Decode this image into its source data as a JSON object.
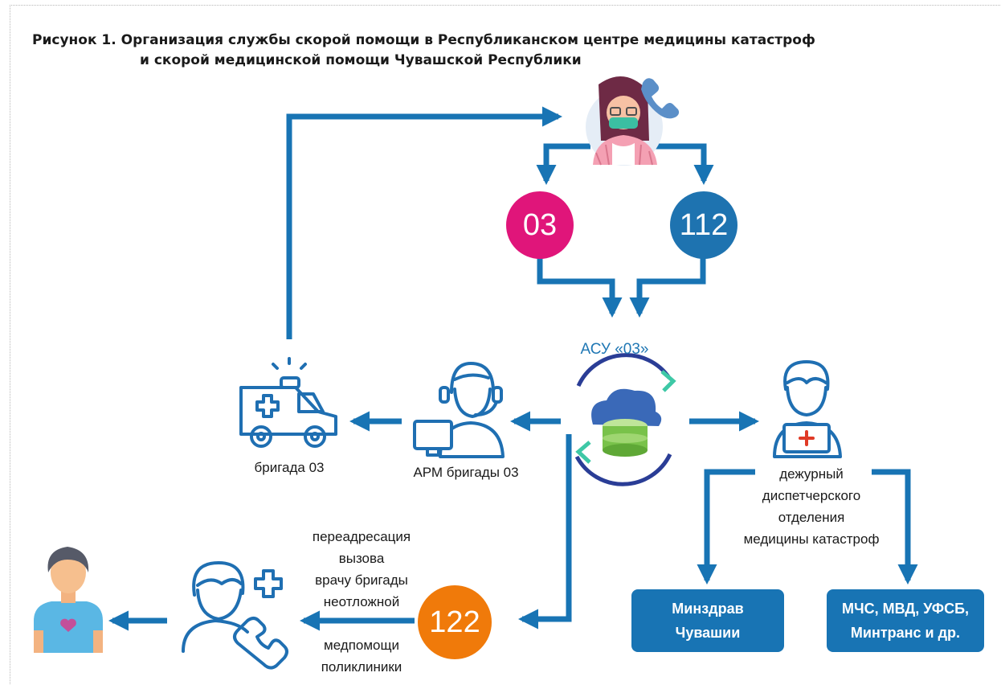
{
  "figure": {
    "title_line1": "Рисунок 1. Организация службы скорой помощи в Республиканском центре медицины катастроф",
    "title_line2": "и скорой медицинской помощи Чувашской Республики"
  },
  "nodes": {
    "num_03": "03",
    "num_112": "112",
    "num_122": "122",
    "asu": "АСУ «03»",
    "brigade": "бригада 03",
    "arm": "АРМ бригады 03",
    "duty_officer": [
      "дежурный",
      "диспетчерского",
      "отделения",
      "медицины катастроф"
    ],
    "redirect_top": [
      "переадресация",
      "вызова",
      "врачу бригады",
      "неотложной"
    ],
    "redirect_bottom": [
      "медпомощи",
      "поликлиники"
    ],
    "minzdrav": [
      "Минздрав",
      "Чувашии"
    ],
    "agencies": [
      "МЧС, МВД, УФСБ,",
      "Минтранс и др."
    ]
  },
  "colors": {
    "arrow_blue": "#1874b4",
    "magenta": "#e0157a",
    "blue_circle": "#1e73b0",
    "orange": "#f07a0a",
    "icon_stroke": "#1f6fb2",
    "asu_text": "#1f77b4"
  },
  "icons": [
    "operator-woman-icon",
    "ambulance-icon",
    "dispatcher-headset-icon",
    "cloud-database-icon",
    "doctor-laptop-icon",
    "doctor-phone-icon",
    "patient-icon"
  ]
}
